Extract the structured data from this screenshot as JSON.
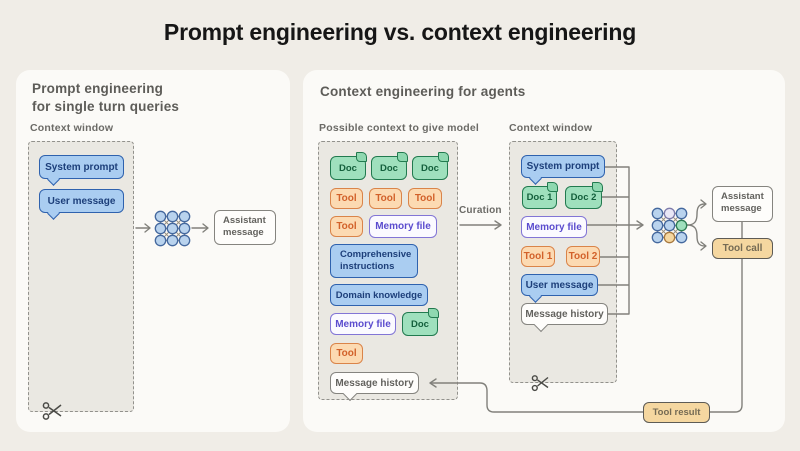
{
  "title": "Prompt engineering vs. context engineering",
  "palette": {
    "page_bg": "#f0ede7",
    "panel_bg": "#fbfaf7",
    "dashed_box_bg": "#eae8e2",
    "blue_fill": "#aacdf1",
    "blue_border": "#2f62ae",
    "green_fill": "#9fe0bd",
    "green_border": "#227a4f",
    "orange_fill": "#fcdab2",
    "orange_border": "#da8449",
    "purple_border": "#8275d6",
    "purple_text": "#5b4cce",
    "tan_fill": "#f5d7a0",
    "line_gray": "#81807b"
  },
  "left_panel": {
    "heading_line1": "Prompt engineering",
    "heading_line2": "for single turn queries",
    "context_window_label": "Context window",
    "system_prompt": "System prompt",
    "user_message": "User message",
    "assistant_message": "Assistant message"
  },
  "right_panel": {
    "heading": "Context engineering for agents",
    "possible_context_label": "Possible context to give model",
    "possible_context": {
      "docs": [
        "Doc",
        "Doc",
        "Doc"
      ],
      "tools": [
        "Tool",
        "Tool",
        "Tool"
      ],
      "tool_extra": "Tool",
      "memory_file": "Memory file",
      "comprehensive_instructions": "Comprehensive instructions",
      "domain_knowledge": "Domain knowledge",
      "memory_file_2": "Memory file",
      "doc_extra": "Doc",
      "tool_last": "Tool",
      "message_history": "Message history"
    },
    "curation_label": "Curation",
    "context_window_label": "Context window",
    "context_window": {
      "system_prompt": "System prompt",
      "doc_1": "Doc 1",
      "doc_2": "Doc 2",
      "memory_file": "Memory file",
      "tool_1": "Tool 1",
      "tool_2": "Tool 2",
      "user_message": "User message",
      "message_history": "Message history"
    },
    "assistant_message": "Assistant message",
    "tool_call": "Tool call",
    "tool_result": "Tool result"
  }
}
